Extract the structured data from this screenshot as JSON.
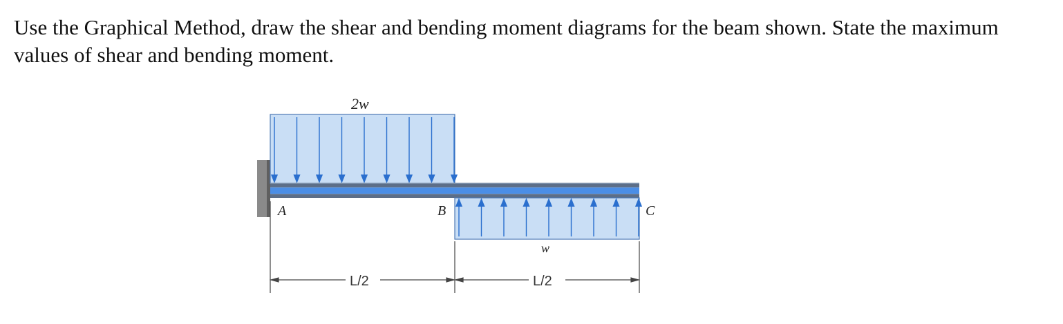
{
  "question": {
    "text": "Use the Graphical Method, draw the shear and bending moment diagrams for the beam shown.  State the maximum values of shear and bending moment."
  },
  "figure": {
    "colors": {
      "load_fill": "#c9def5",
      "load_edge": "#4d79b3",
      "arrow": "#2a6fce",
      "beam_top": "#7a8ea8",
      "beam_mid": "#4b8ee6",
      "wall": "#8a8a8a",
      "dim_line": "#444444"
    },
    "labels": {
      "upper_load": "2w",
      "lower_load": "w",
      "point_a": "A",
      "point_b": "B",
      "point_c": "C",
      "dim_left": "L/2",
      "dim_right": "L/2"
    }
  }
}
